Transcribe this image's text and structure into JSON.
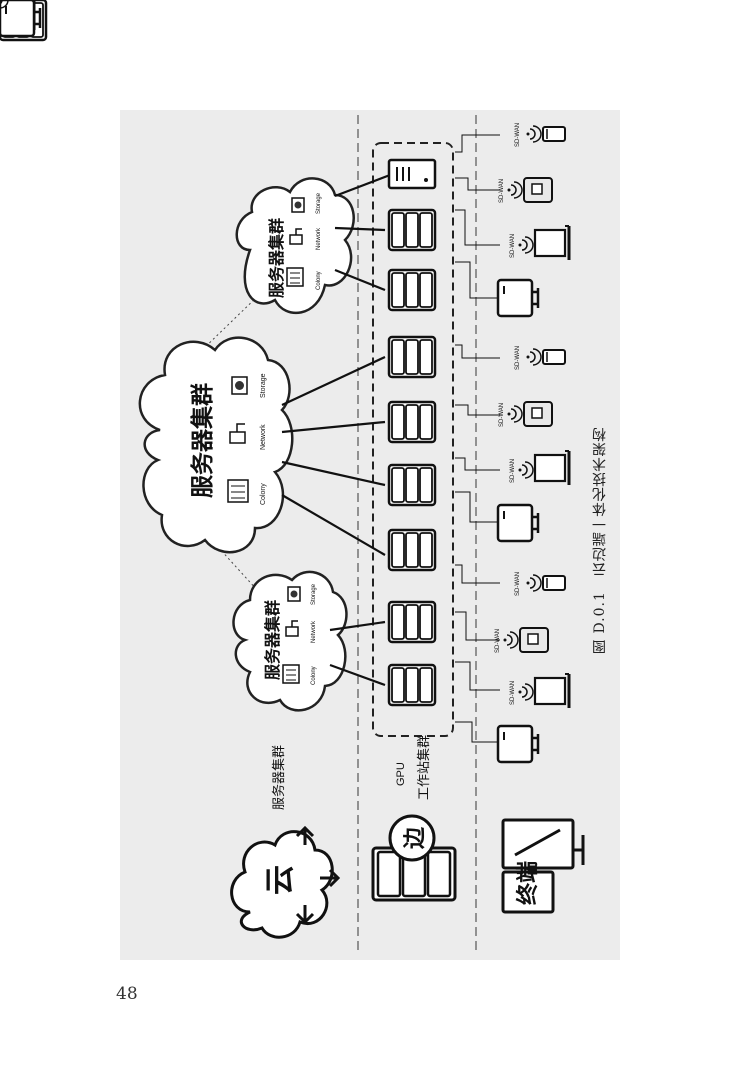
{
  "figure": {
    "caption": "图 D.0.1　云边端一体化技术架构",
    "page_number": "48",
    "layers": {
      "cloud": {
        "glyph": "云",
        "label": "服务器集群"
      },
      "edge": {
        "glyph": "边",
        "label_line1": "GPU",
        "label_line2": "工作站集群"
      },
      "terminal": {
        "glyph": "终端"
      }
    },
    "cloud_clusters": [
      {
        "title": "服务器集群",
        "items": [
          "Storage",
          "Network",
          "Colony"
        ]
      },
      {
        "title": "服务器集群",
        "items": [
          "Storage",
          "Network",
          "Colony"
        ]
      },
      {
        "title": "服务器集群",
        "items": [
          "Storage",
          "Network",
          "Colony"
        ]
      }
    ],
    "sdwan_label": "SD-WAN"
  }
}
